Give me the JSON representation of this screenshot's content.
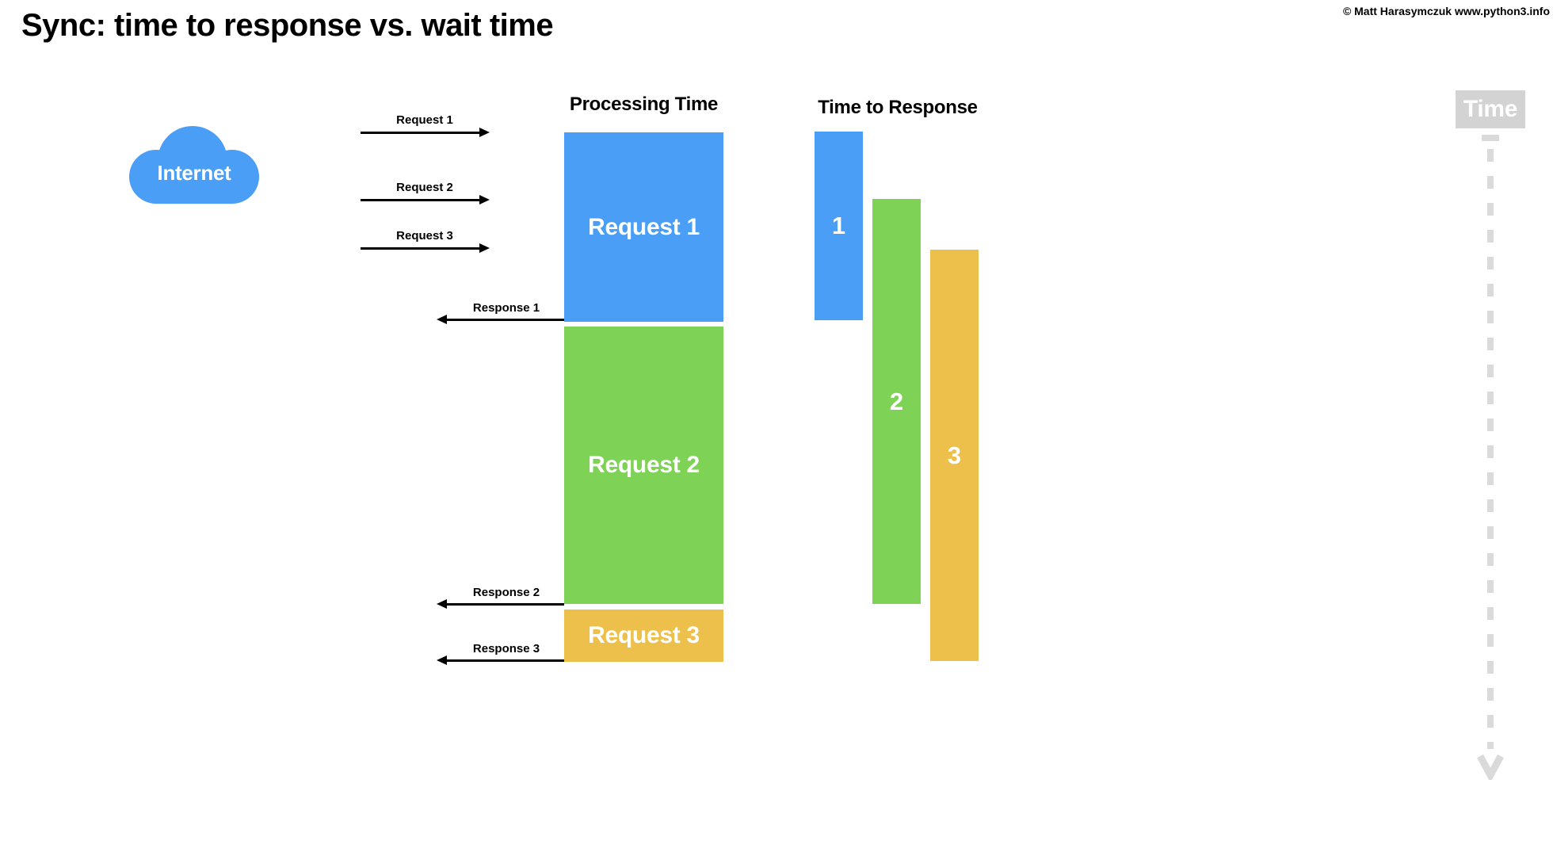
{
  "page": {
    "title": "Sync: time to response vs. wait time",
    "copyright": "© Matt Harasymczuk www.python3.info"
  },
  "internet": {
    "label": "Internet"
  },
  "requests": [
    {
      "label": "Request 1"
    },
    {
      "label": "Request 2"
    },
    {
      "label": "Request 3"
    }
  ],
  "responses": [
    {
      "label": "Response 1"
    },
    {
      "label": "Response 2"
    },
    {
      "label": "Response 3"
    }
  ],
  "processing": {
    "header": "Processing Time",
    "blocks": [
      {
        "label": "Request 1",
        "color": "#4a9ef5"
      },
      {
        "label": "Request 2",
        "color": "#7ed255"
      },
      {
        "label": "Request 3",
        "color": "#ecc04a"
      }
    ]
  },
  "time_to_response": {
    "header": "Time to Response",
    "bars": [
      {
        "label": "1",
        "color": "#4a9ef5"
      },
      {
        "label": "2",
        "color": "#7ed255"
      },
      {
        "label": "3",
        "color": "#ecc04a"
      }
    ]
  },
  "time_axis": {
    "label": "Time",
    "box_color": "#d3d3d3",
    "line_color": "#dadada"
  },
  "colors": {
    "request_blue": "#4a9ef5",
    "request_green": "#7ed255",
    "request_yellow": "#ecc04a",
    "cloud_blue": "#4a9ef5",
    "axis_gray": "#dadada",
    "arrow_black": "#000000"
  }
}
